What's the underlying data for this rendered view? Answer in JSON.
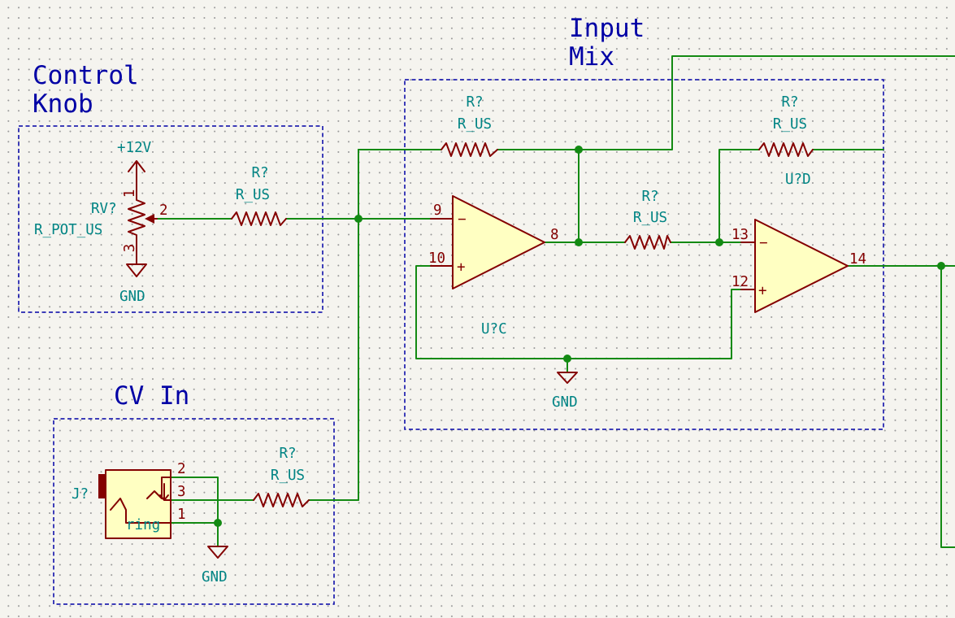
{
  "notes": {
    "control_knob_line1": "Control",
    "control_knob_line2": "Knob",
    "input_mix_line1": "Input",
    "input_mix_line2": "Mix",
    "cv_in": "CV In"
  },
  "power": {
    "plus12v": "+12V",
    "gnd_pot": "GND",
    "gnd_opamp": "GND",
    "gnd_jack": "GND"
  },
  "potentiometer": {
    "ref": "RV?",
    "value": "R_POT_US",
    "pin_top": "1",
    "pin_wiper": "2",
    "pin_bottom": "3"
  },
  "resistors": [
    {
      "ref": "R?",
      "value": "R_US"
    },
    {
      "ref": "R?",
      "value": "R_US"
    },
    {
      "ref": "R?",
      "value": "R_US"
    },
    {
      "ref": "R?",
      "value": "R_US"
    },
    {
      "ref": "R?",
      "value": "R_US"
    }
  ],
  "opamp_c": {
    "ref": "U?C",
    "pin_inv": "9",
    "pin_noninv": "10",
    "pin_out": "8"
  },
  "opamp_d": {
    "ref": "U?D",
    "pin_inv": "13",
    "pin_noninv": "12",
    "pin_out": "14"
  },
  "opamp_signs": {
    "minus": "−",
    "plus": "+"
  },
  "jack": {
    "ref": "J?",
    "label": "ring",
    "pin_top": "2",
    "pin_mid": "3",
    "pin_bot": "1"
  }
}
